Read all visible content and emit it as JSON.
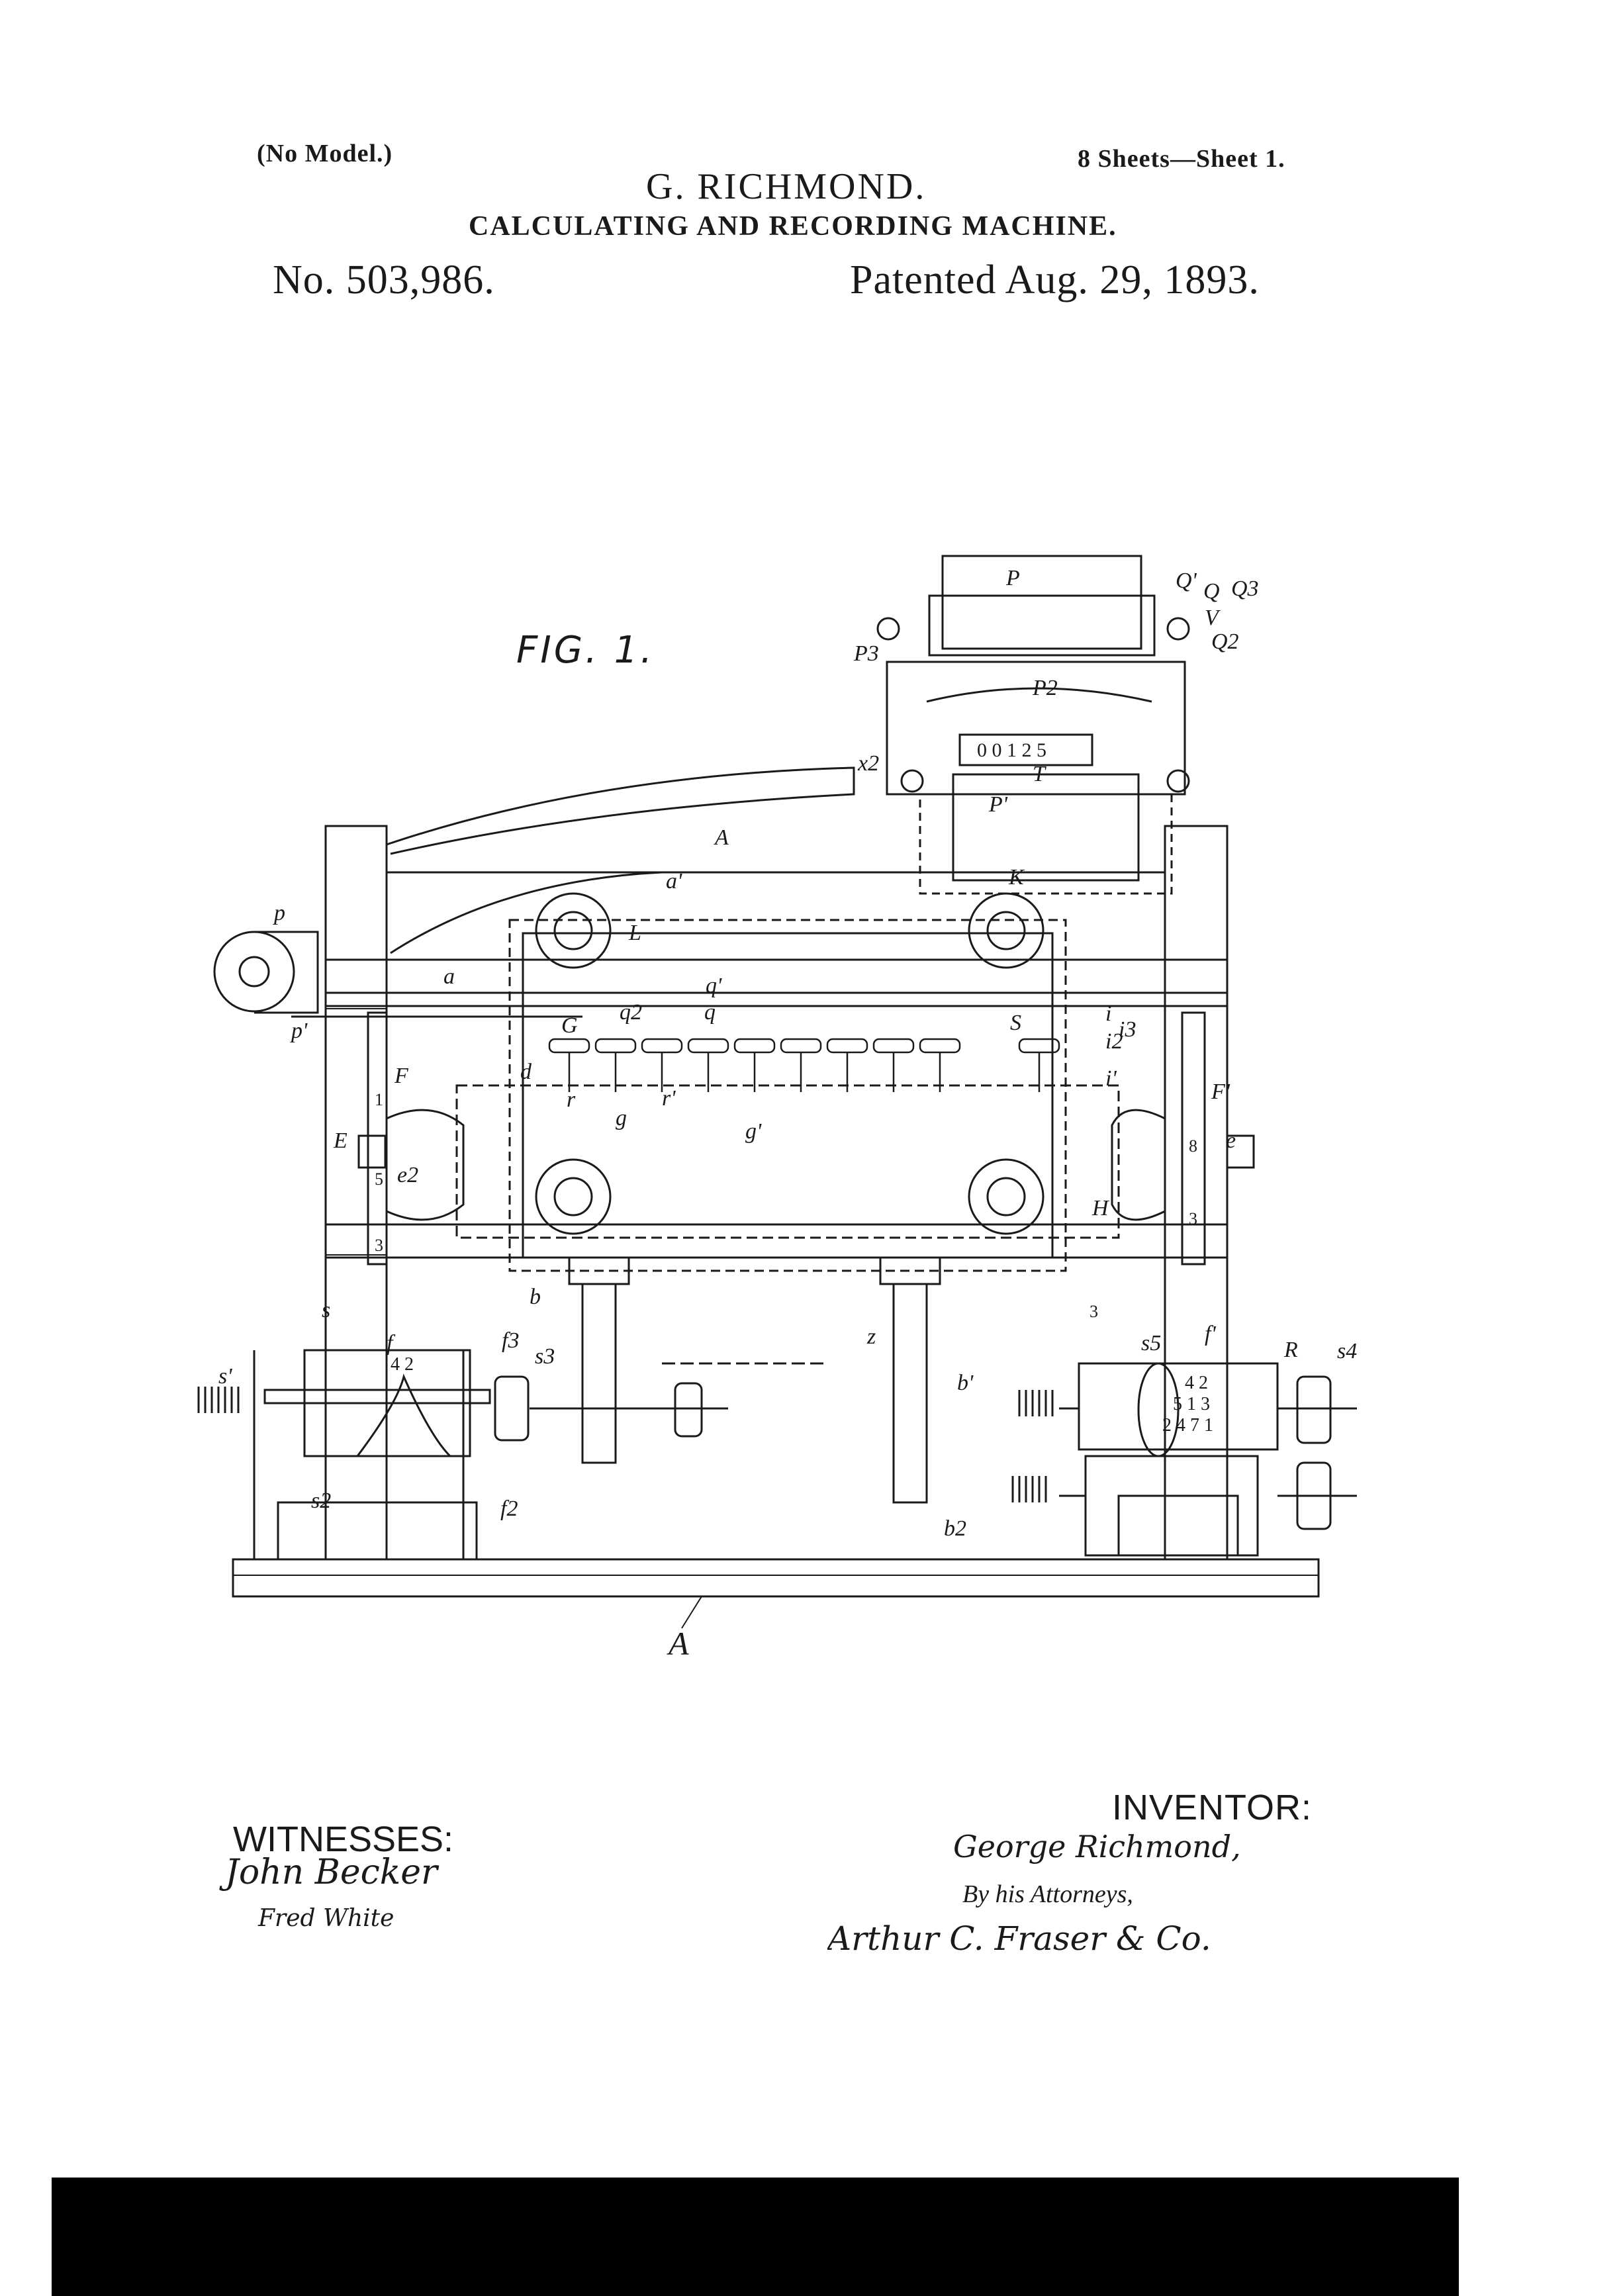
{
  "header": {
    "model_note": "(No Model.)",
    "sheet": "8 Sheets—Sheet 1.",
    "inventor": "G. RICHMOND.",
    "title": "CALCULATING AND RECORDING MACHINE.",
    "patent_number": "No. 503,986.",
    "patent_date": "Patented Aug. 29, 1893."
  },
  "figure": {
    "label": "FIG. 1.",
    "reference_letters": [
      "A",
      "a",
      "a'",
      "p",
      "p'",
      "F",
      "F'",
      "E",
      "e",
      "e2",
      "d",
      "G",
      "g",
      "g'",
      "q",
      "q'",
      "q2",
      "r",
      "r'",
      "S",
      "i",
      "i'",
      "i2",
      "i3",
      "K",
      "L",
      "H",
      "b",
      "b'",
      "b2",
      "z",
      "f",
      "f'",
      "f2",
      "f3",
      "s",
      "s'",
      "s2",
      "s3",
      "s4",
      "s5",
      "R",
      "P",
      "P'",
      "P2",
      "P3",
      "Q",
      "Q'",
      "Q2",
      "Q3",
      "x2",
      "V",
      "T"
    ],
    "counter_wheel": "0 0 1 2 5",
    "dial_left": "4 2",
    "dial_right_rows": [
      "4 2",
      "5 1 3",
      "2 4 7 1"
    ],
    "frame_marks": [
      "1",
      "5",
      "3",
      "8",
      "3",
      "3"
    ]
  },
  "footer": {
    "witnesses_label": "WITNESSES:",
    "witness_signatures": [
      "John Becker",
      "Fred White"
    ],
    "inventor_label": "INVENTOR:",
    "inventor_signature": "George Richmond,",
    "by_attorneys": "By his Attorneys,",
    "attorney_signature": "Arthur C. Fraser & Co."
  }
}
